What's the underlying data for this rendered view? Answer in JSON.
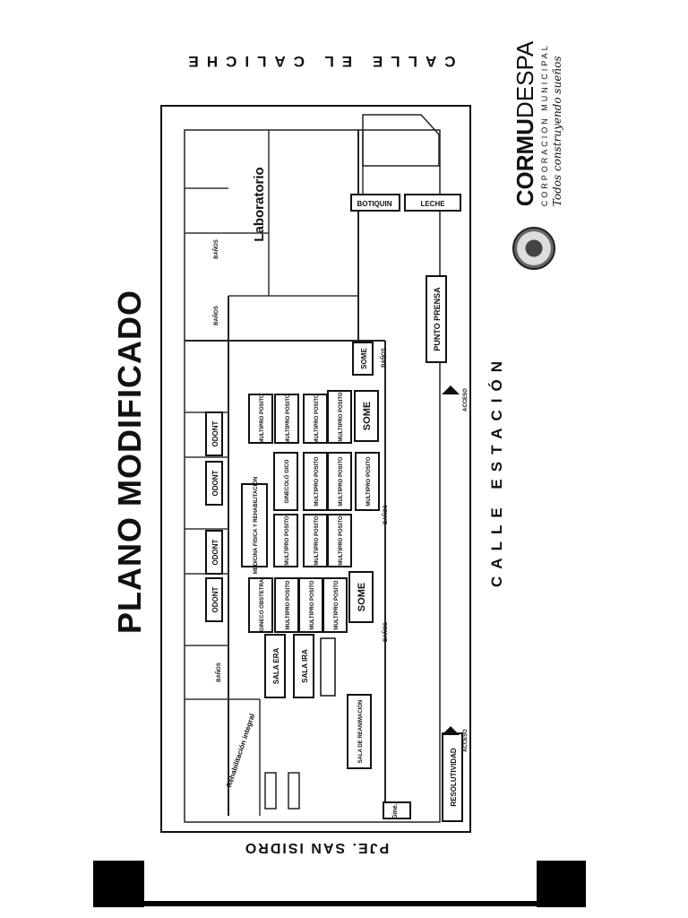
{
  "title": "PLANO MODIFICADO",
  "streets": {
    "top": "CALLE EL CALICHE",
    "right": "CALLE ESTACIÓN",
    "bottom": "PJE. SAN ISIDRO"
  },
  "brand": {
    "name_bold": "CORMU",
    "name_light": "DESPA",
    "subtitle": "CORPORACION MUNICIPAL",
    "slogan": "Todos construyendo sueños"
  },
  "rooms": {
    "laboratorio": "Laboratorio",
    "botiquin": "BOTIQUIN",
    "leche": "LECHE",
    "punto_prensa": "PUNTO PRENSA",
    "some_small": "SOME",
    "some_big_1": "SOME",
    "some_big_2": "SOME",
    "multipro_posito": "MULTIPRO POSITO",
    "ginecologico": "GINECOLÓ GICO",
    "medicina_fisica": "MEDICINA FISICA Y REHABILITACIÓN",
    "gineco_obstetra": "GINECO OBSTETRA",
    "odont": "ODONT",
    "sala_era": "SALA ERA",
    "sala_ira": "SALA IRA",
    "sala_reanimacion": "SALA DE REANIMACIÓN",
    "resolutividad": "RESOLUTIVIDAD",
    "banos": "BAÑOS",
    "acceso": "ACCESO",
    "rehabilitacion_integral": "Rehabilitación integral",
    "gine": "Gine."
  }
}
